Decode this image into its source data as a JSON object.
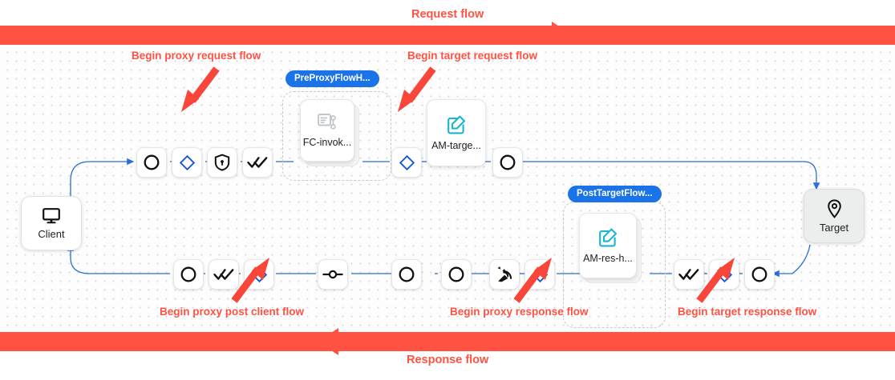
{
  "banners": {
    "request": {
      "label": "Request flow",
      "color": "#ff5243",
      "direction": "right"
    },
    "response": {
      "label": "Response flow",
      "color": "#ff5243",
      "direction": "left"
    }
  },
  "endpoints": {
    "client": {
      "label": "Client",
      "icon": "monitor-icon"
    },
    "target": {
      "label": "Target",
      "icon": "map-pin-icon"
    }
  },
  "annotations": [
    {
      "id": "begin-proxy-request-flow",
      "label": "Begin proxy request flow"
    },
    {
      "id": "begin-target-request-flow",
      "label": "Begin target request flow"
    },
    {
      "id": "begin-proxy-post-client-flow",
      "label": "Begin proxy post client flow"
    },
    {
      "id": "begin-proxy-response-flow",
      "label": "Begin proxy response flow"
    },
    {
      "id": "begin-target-response-flow",
      "label": "Begin target response flow"
    }
  ],
  "flow_hooks": [
    {
      "id": "preproxyflowhook",
      "pill_label": "PreProxyFlowH...",
      "card_label": "FC-invok...",
      "card_icon": "script-flow-icon"
    },
    {
      "id": "posttargetflowhook",
      "pill_label": "PostTargetFlow...",
      "card_label": "AM-res-h...",
      "card_icon": "edit-square-icon"
    }
  ],
  "policy_cards": [
    {
      "id": "am-target",
      "label": "AM-targe...",
      "icon": "edit-square-icon"
    }
  ],
  "request_row_nodes": [
    {
      "id": "req-node-1",
      "icon": "circle-icon"
    },
    {
      "id": "req-node-2",
      "icon": "diamond-icon"
    },
    {
      "id": "req-node-3",
      "icon": "shield-lock-icon"
    },
    {
      "id": "req-node-4",
      "icon": "double-check-icon"
    },
    {
      "id": "req-node-5",
      "icon": "diamond-icon"
    },
    {
      "id": "req-node-6",
      "icon": "circle-icon"
    }
  ],
  "response_row_nodes": [
    {
      "id": "res-node-1",
      "icon": "circle-icon"
    },
    {
      "id": "res-node-2",
      "icon": "double-check-icon"
    },
    {
      "id": "res-node-3",
      "icon": "diamond-icon"
    },
    {
      "id": "res-node-4",
      "icon": "endpoint-node-icon"
    },
    {
      "id": "res-node-5",
      "icon": "circle-icon"
    },
    {
      "id": "res-node-6",
      "icon": "circle-icon"
    },
    {
      "id": "res-node-7",
      "icon": "burst-signal-icon"
    },
    {
      "id": "res-node-8",
      "icon": "diamond-icon"
    },
    {
      "id": "res-node-9",
      "icon": "double-check-icon"
    },
    {
      "id": "res-node-10",
      "icon": "diamond-icon"
    },
    {
      "id": "res-node-11",
      "icon": "circle-icon"
    }
  ],
  "colors": {
    "flow_red": "#ff5243",
    "wire_blue": "#2a6fd4",
    "diamond_blue": "#1a56d6",
    "pill_blue": "#1a73e8",
    "card_icon_cyan": "#16b6cf",
    "canvas_bg": "#fdfdfd"
  }
}
